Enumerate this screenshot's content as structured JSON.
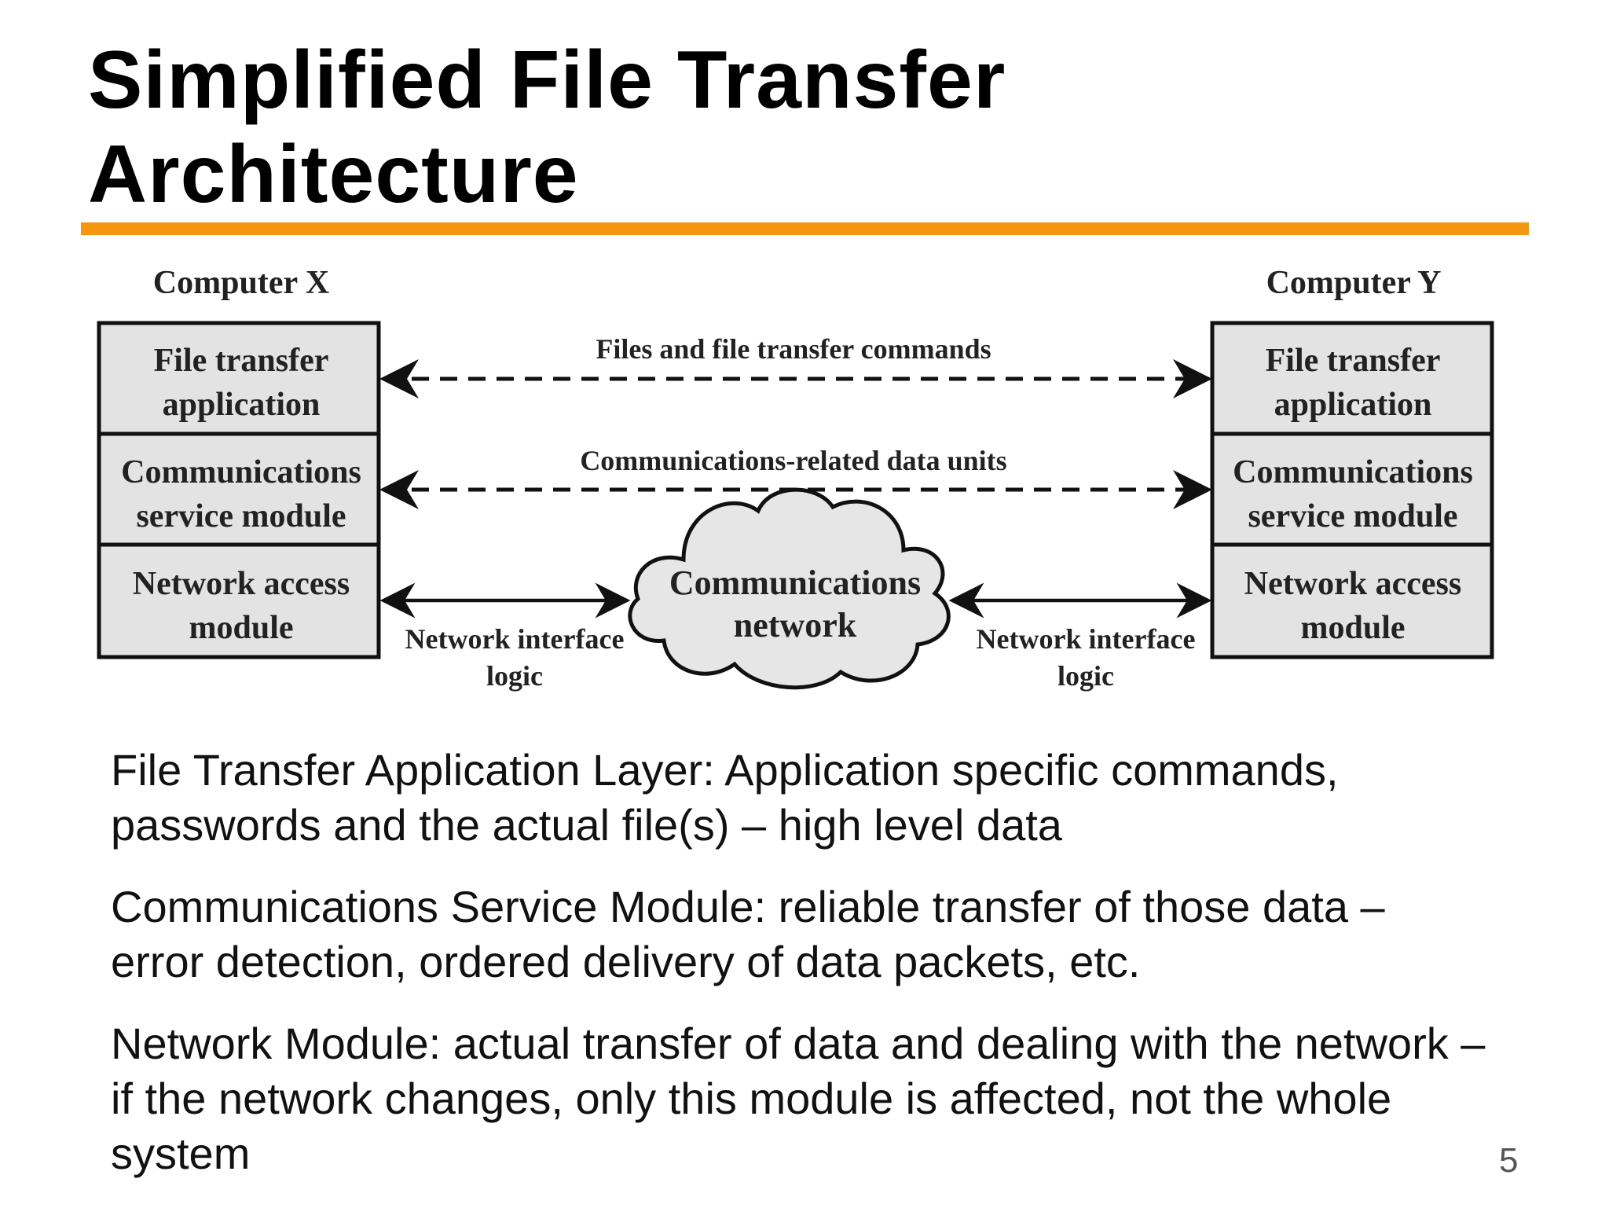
{
  "title": {
    "line1": "Simplified File Transfer",
    "line2": "Architecture"
  },
  "accent_color": "#f5960f",
  "diagram": {
    "computer_x": {
      "label": "Computer X",
      "layers": [
        {
          "line1": "File transfer",
          "line2": "application"
        },
        {
          "line1": "Communications",
          "line2": "service module"
        },
        {
          "line1": "Network access",
          "line2": "module"
        }
      ]
    },
    "computer_y": {
      "label": "Computer Y",
      "layers": [
        {
          "line1": "File transfer",
          "line2": "application"
        },
        {
          "line1": "Communications",
          "line2": "service module"
        },
        {
          "line1": "Network access",
          "line2": "module"
        }
      ]
    },
    "arrows": {
      "top": "Files and file transfer commands",
      "middle": "Communications-related data units"
    },
    "cloud": {
      "line1": "Communications",
      "line2": "network"
    },
    "interface_left": {
      "line1": "Network interface",
      "line2": "logic"
    },
    "interface_right": {
      "line1": "Network interface",
      "line2": "logic"
    }
  },
  "bullets": [
    {
      "line1": "File Transfer Application Layer: Application specific commands,",
      "line2": "passwords and the actual file(s) – high level data"
    },
    {
      "line1": "Communications Service Module: reliable transfer of those data –",
      "line2": "error detection, ordered delivery of data packets, etc."
    },
    {
      "line1": "Network Module: actual transfer of data and dealing with the network –",
      "line2": "if the network changes, only this module is affected, not the whole",
      "line3": "system"
    }
  ],
  "page_number": "5"
}
